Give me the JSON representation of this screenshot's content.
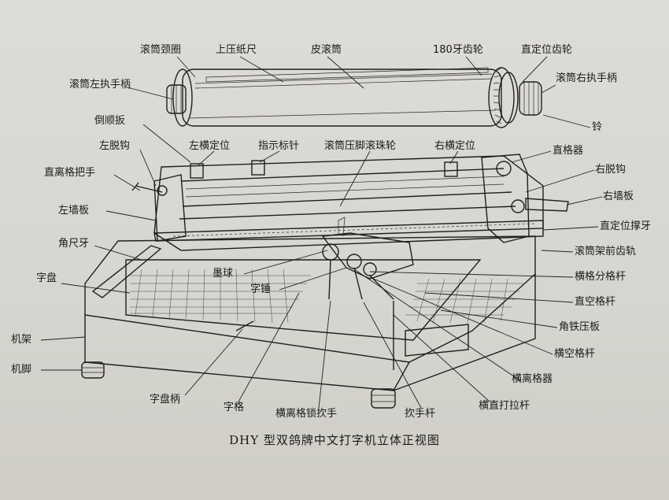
{
  "caption": "DHY 型双鸽牌中文打字机立体正视图",
  "labels": {
    "gundong_jingquan": "滚筒颈圈",
    "shangya_zhichi": "上压纸尺",
    "pi_gundong": "皮滚筒",
    "chilun_180": "180牙齿轮",
    "zhidingwei_chilun": "直定位齿轮",
    "gundong_zuo_zhishoubing": "滚筒左执手柄",
    "gundong_you_zhishoubing": "滚筒右执手柄",
    "ling": "铃",
    "daoshunban": "倒顺扳",
    "zuo_tuogou": "左脱钩",
    "zuo_hengdingwei": "左横定位",
    "zhishi_biaozhen": "指示标针",
    "gundong_yajiao_gunzhulun": "滚筒压脚滚珠轮",
    "you_hengdingwei": "右横定位",
    "zhigeqi": "直格器",
    "you_tuogou": "右脱钩",
    "zhilige_bashou": "直离格把手",
    "you_qiangban": "右墙板",
    "zuo_qiangban": "左墙板",
    "zhidingwei_chengya": "直定位撑牙",
    "jiaochiya": "角尺牙",
    "gundongjia_qian_chigui": "滚筒架前齿轨",
    "moqiu": "墨球",
    "hengge_fengegan": "横格分格杆",
    "zipan": "字盘",
    "zichui": "字锤",
    "zhikonggegan": "直空格杆",
    "jiaotie_yaban": "角铁压板",
    "jijia": "机架",
    "hengkonggegan": "横空格杆",
    "jijiao": "机脚",
    "henglige_qi": "横离格器",
    "zipanbing": "字盘柄",
    "zige": "字格",
    "henglige_suo_panshou": "横离格锁扻手",
    "panshougan": "扻手杆",
    "heng_zhi_dalagan": "横直打拉杆"
  }
}
